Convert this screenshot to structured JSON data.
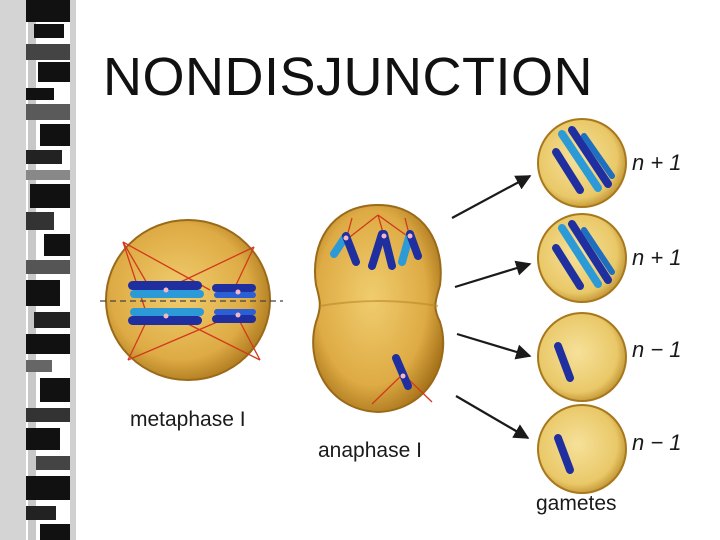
{
  "title": "NONDISJUNCTION",
  "stages": {
    "metaphase": "metaphase I",
    "anaphase": "anaphase I",
    "gametes": "gametes"
  },
  "gametes": [
    {
      "label": "n + 1"
    },
    {
      "label": "n + 1"
    },
    {
      "label": "n − 1"
    },
    {
      "label": "n − 1"
    }
  ],
  "colors": {
    "cell_fill": "#e2b24c",
    "cell_rim": "#a8741a",
    "gamete_fill": "#efd27a",
    "chromosome_dark": "#1f2fa0",
    "chromosome_light": "#2b9ad6",
    "spindle": "#d2391b"
  }
}
